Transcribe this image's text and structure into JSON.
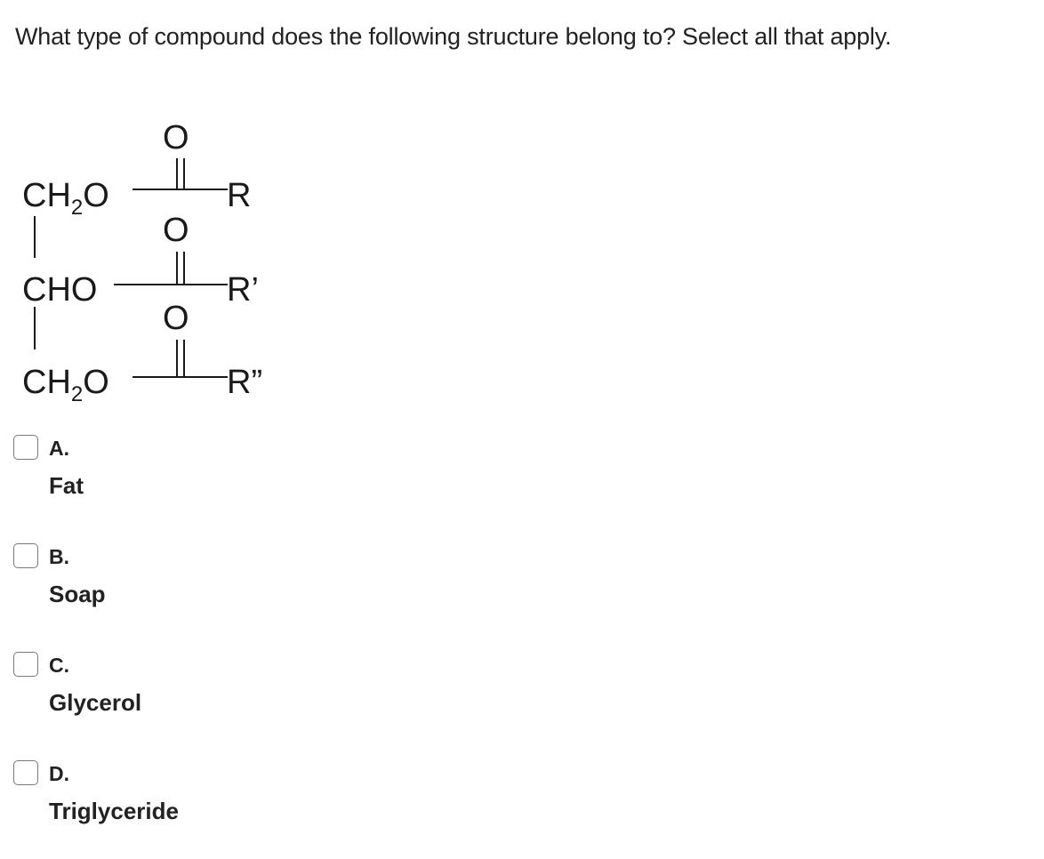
{
  "question": "What type of compound does the following structure belong to? Select all that apply.",
  "structure": {
    "row1": {
      "left": "CH",
      "sub": "2",
      "tail": "O",
      "right": "R"
    },
    "row2": {
      "left": "CHO",
      "right": "R’"
    },
    "row3": {
      "left": "CH",
      "sub": "2",
      "tail": "O",
      "right": "R”"
    },
    "carbonyl_oxygen": "O"
  },
  "options": [
    {
      "letter": "A.",
      "text": "Fat",
      "checked": false
    },
    {
      "letter": "B.",
      "text": "Soap",
      "checked": false
    },
    {
      "letter": "C.",
      "text": "Glycerol",
      "checked": false
    },
    {
      "letter": "D.",
      "text": "Triglyceride",
      "checked": false
    }
  ]
}
